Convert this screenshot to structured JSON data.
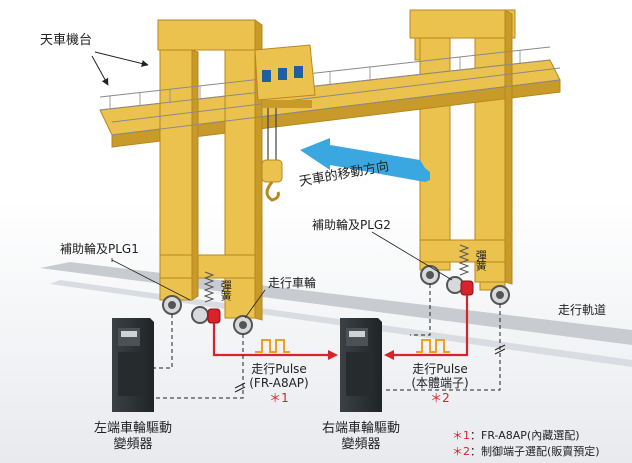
{
  "labels": {
    "crane_body": "天車機台",
    "travel_direction": "天車的移動方向",
    "plg_left": "補助輪及PLG1",
    "plg_right": "補助輪及PLG2",
    "spring_left": "彈簧",
    "spring_right": "彈簧",
    "travel_wheel": "走行車輪",
    "rail": "走行軌道",
    "pulse_left_line1": "走行Pulse",
    "pulse_left_line2": "(FR-A8AP)",
    "pulse_left_note": "＊1",
    "pulse_right_line1": "走行Pulse",
    "pulse_right_line2": "(本體端子)",
    "pulse_right_note": "＊2",
    "inverter_left_line1": "左端車輪驅動",
    "inverter_left_line2": "變頻器",
    "inverter_right_line1": "右端車輪驅動",
    "inverter_right_line2": "變頻器"
  },
  "footnotes": [
    {
      "mark": "＊1",
      "text": "：FR-A8AP(內藏選配)"
    },
    {
      "mark": "＊2",
      "text": "：制御端子選配(販賣預定)"
    }
  ],
  "colors": {
    "crane_yellow": "#ecc24e",
    "crane_shadow": "#c89a2a",
    "signal_red": "#d8232a",
    "pulse_orange": "#f0a020",
    "arrow_blue": "#3aa7e0",
    "rail_gray": "#c8cbd0",
    "inverter_dark": "#2e3336"
  }
}
